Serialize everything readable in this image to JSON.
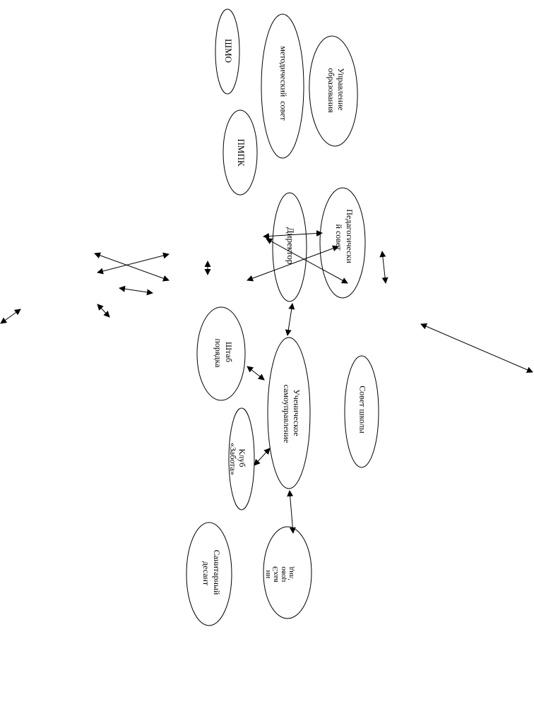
{
  "diagram": {
    "line_color": "#000000",
    "background": "#ffffff",
    "nodes": {
      "shmo": "ШМО",
      "methodical_council": "методический  совет",
      "education_department": [
        "Управление",
        "образования"
      ],
      "pmpk": "ПМПК",
      "director": "Директор",
      "pedagogical_council": [
        "Педагогически",
        "й совет"
      ],
      "order_staff": [
        "Штаб",
        "порядка"
      ],
      "student_government": [
        "Ученическое",
        "самоуправление"
      ],
      "school_council": "Совет школы",
      "club_zabota": [
        "Клуб",
        "«Забота»"
      ],
      "sanitary_squad": [
        "Санитарный",
        "десант"
      ],
      "fragment": [
        "ин",
        "вахЭ",
        "цово",
        "'лнд"
      ]
    }
  }
}
